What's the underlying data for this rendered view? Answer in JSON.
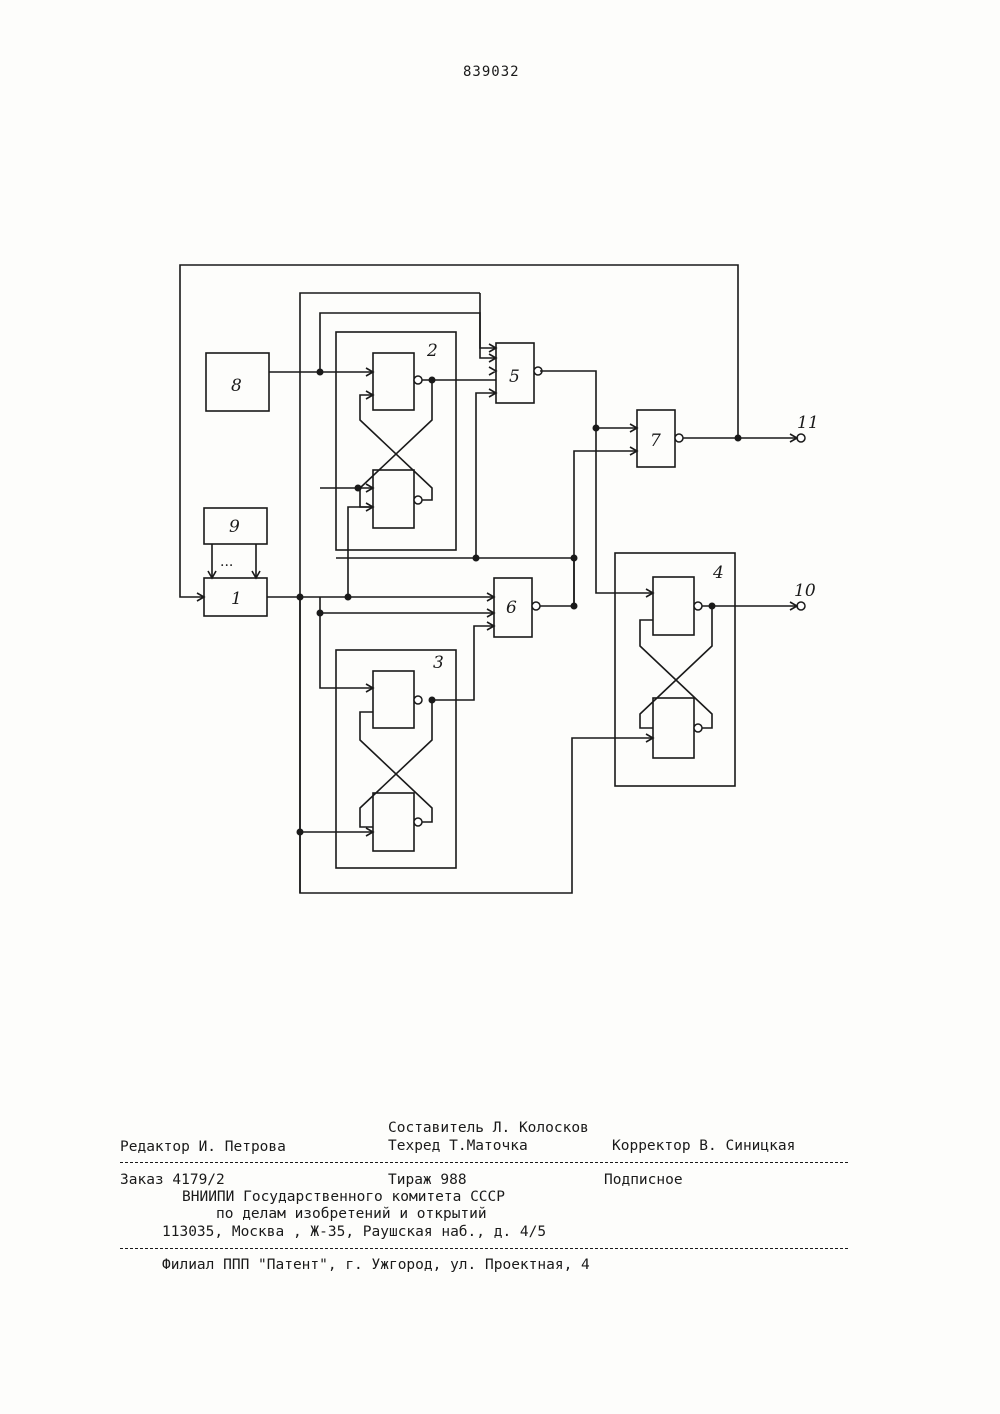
{
  "header": {
    "patent_number": "839032"
  },
  "diagram": {
    "labels": {
      "block_1": "1",
      "block_2": "2",
      "block_3": "3",
      "block_4": "4",
      "block_5": "5",
      "block_6": "6",
      "block_7": "7",
      "block_8": "8",
      "block_9": "9",
      "terminal_10": "10",
      "terminal_11": "11",
      "ellipsis": "..."
    }
  },
  "imprint": {
    "composer": "Составитель Л. Колосков",
    "editor": "Редактор И. Петрова",
    "tech_editor": "Техред Т.Маточка",
    "proofreader": "Корректор В. Синицкая",
    "order": "Заказ 4179/2",
    "print_run": "Тираж 988",
    "subscription": "Подписное",
    "org_line1": "ВНИИПИ Государственного комитета СССР",
    "org_line2": "по делам изобретений и открытий",
    "address": "113035, Москва , Ж-35, Раушская наб., д. 4/5",
    "branch": "Филиал ППП \"Патент\", г. Ужгород, ул. Проектная, 4"
  }
}
